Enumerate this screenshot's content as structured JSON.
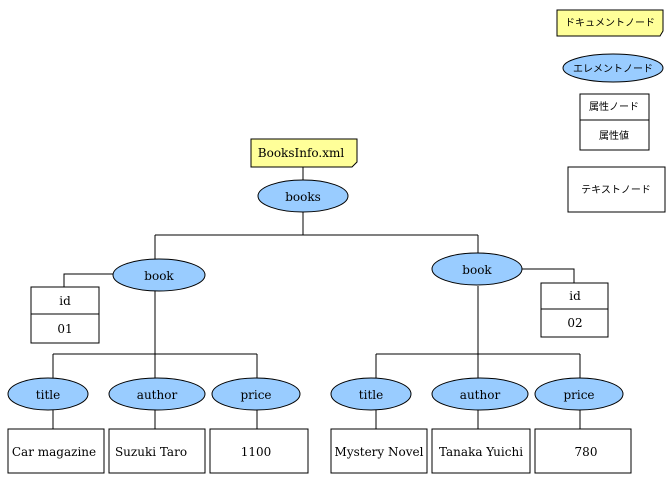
{
  "legend": {
    "document_node": "ドキュメントノード",
    "element_node": "エレメントノード",
    "attribute_node": "属性ノード",
    "attribute_value": "属性値",
    "text_node": "テキストノード"
  },
  "tree": {
    "document": "BooksInfo.xml",
    "root": "books",
    "books": [
      {
        "label": "book",
        "attr_name": "id",
        "attr_value": "01",
        "children": [
          {
            "label": "title",
            "text": "Car magazine"
          },
          {
            "label": "author",
            "text": "Suzuki Taro"
          },
          {
            "label": "price",
            "text": "1100"
          }
        ]
      },
      {
        "label": "book",
        "attr_name": "id",
        "attr_value": "02",
        "children": [
          {
            "label": "title",
            "text": "Mystery Novel"
          },
          {
            "label": "author",
            "text": "Tanaka Yuichi"
          },
          {
            "label": "price",
            "text": "780"
          }
        ]
      }
    ]
  },
  "colors": {
    "element_fill": "#99ccff",
    "document_fill": "#ffff99"
  }
}
